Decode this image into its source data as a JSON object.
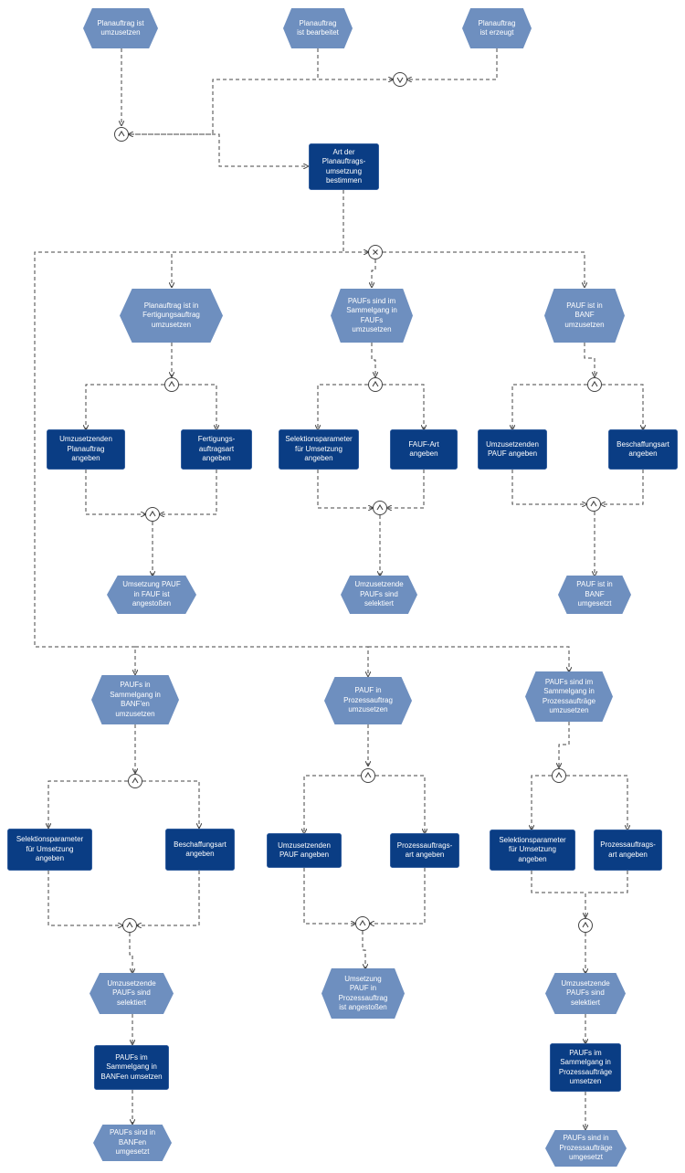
{
  "events": {
    "e_plan_umsetzen": "Planauftrag ist\numzusetzen",
    "e_plan_bearbeitet": "Planauftrag\nist bearbeitet",
    "e_plan_erzeugt": "Planauftrag\nist erzeugt",
    "e_plan_in_fauf": "Planauftrag ist in\nFertigungsauftrag\numzusetzen",
    "e_paufs_fauf": "PAUFs sind im\nSammelgang in\nFAUFs\numzusetzen",
    "e_pauf_banf": "PAUF ist in\nBANF\numzusetzen",
    "e_umsetzung_fauf": "Umsetzung PAUF\nin FAUF ist\nangestoßen",
    "e_umzusetzende_paufs_1": "Umzusetzende\nPAUFs sind\nselektiert",
    "e_pauf_banf_umgesetzt": "PAUF ist in\nBANF\numgesetzt",
    "e_paufs_banfen": "PAUFs in\nSammelgang in\nBANF'en\numzusetzen",
    "e_pauf_prozess": "PAUF in\nProzessauftrag\numzusetzen",
    "e_paufs_prozess": "PAUFs sind im\nSammelgang in\nProzessaufträge\numzusetzen",
    "e_umzusetzende_paufs_2": "Umzusetzende\nPAUFs sind\nselektiert",
    "e_umsetzung_prozess": "Umsetzung\nPAUF in\nProzessauftrag\nist angestoßen",
    "e_umzusetzende_paufs_3": "Umzusetzende\nPAUFs sind\nselektiert",
    "e_paufs_banfen_umgesetzt": "PAUFs sind in\nBANFen\numgesetzt",
    "e_paufs_prozess_umgesetzt": "PAUFs sind in\nProzessaufträge\numgesetzt"
  },
  "functions": {
    "f_art_bestimmen": "Art der\nPlanauftrags-\numsetzung\nbestimmen",
    "f_umz_planauftrag": "Umzusetzenden\nPlanauftrag\nangeben",
    "f_fertigungsauftragsart": "Fertigungs-\nauftragsart\nangeben",
    "f_selektion_1": "Selektionsparameter\nfür Umsetzung\nangeben",
    "f_fauf_art": "FAUF-Art\nangeben",
    "f_umz_pauf_1": "Umzusetzenden\nPAUF angeben",
    "f_beschaffungsart_1": "Beschaffungsart\nangeben",
    "f_selektion_2": "Selektionsparameter\nfür Umsetzung\nangeben",
    "f_beschaffungsart_2": "Beschaffungsart\nangeben",
    "f_umz_pauf_2": "Umzusetzenden\nPAUF angeben",
    "f_prozessauftragsart_1": "Prozessauftrags-\nart angeben",
    "f_selektion_3": "Selektionsparameter\nfür Umsetzung\nangeben",
    "f_prozessauftragsart_2": "Prozessauftrags-\nart angeben",
    "f_paufs_banfen_umsetzen": "PAUFs im\nSammelgang in\nBANFen umsetzen",
    "f_paufs_prozess_umsetzen": "PAUFs im\nSammelgang in\nProzessaufträge\numsetzen"
  },
  "connectors": {
    "c_or_top": "or",
    "c_and_top": "and",
    "c_xor_main": "xor",
    "c_and_l1": "and",
    "c_and_l2": "and",
    "c_and_m1": "and",
    "c_and_m2": "and",
    "c_and_r1": "and",
    "c_and_r2": "and",
    "c_and_bl1": "and",
    "c_and_bl2": "and",
    "c_and_bm1": "and",
    "c_and_bm2": "and",
    "c_and_br1": "and",
    "c_and_br2": "and"
  },
  "colors": {
    "event": "#6e8fbf",
    "function": "#0a3d84",
    "line": "#444444"
  }
}
